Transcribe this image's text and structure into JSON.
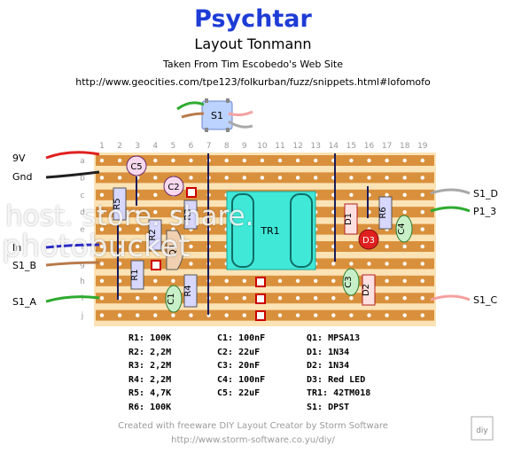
{
  "header": {
    "title": "Psychtar",
    "subtitle": "Layout Tonmann",
    "source": "Taken From Tim Escobedo's Web Site",
    "url": "http://www.geocities.com/tpe123/folkurban/fuzz/snippets.html#lofomofo"
  },
  "switch": {
    "label": "S1"
  },
  "board": {
    "columns": [
      "1",
      "2",
      "3",
      "4",
      "5",
      "6",
      "7",
      "8",
      "9",
      "10",
      "11",
      "12",
      "13",
      "14",
      "15",
      "16",
      "17",
      "18",
      "19"
    ],
    "rows": [
      "a",
      "b",
      "c",
      "d",
      "e",
      "f",
      "g",
      "h",
      "i",
      "j"
    ]
  },
  "wires": {
    "left": [
      "9V",
      "Gnd",
      "In",
      "S1_B",
      "S1_A"
    ],
    "right": [
      "S1_D",
      "P1_3",
      "S1_C"
    ]
  },
  "components": {
    "transformer": "TR1",
    "labels": [
      "C5",
      "C2",
      "R5",
      "R3",
      "R2",
      "Q1",
      "R1",
      "R4",
      "C1",
      "D1",
      "R6",
      "C4",
      "D3",
      "C3",
      "D2"
    ]
  },
  "bom": {
    "col1": [
      "R1: 100K",
      "R2: 2,2M",
      "R3: 2,2M",
      "R4: 2,2M",
      "R5: 4,7K",
      "R6: 100K"
    ],
    "col2": [
      "C1: 100nF",
      "C2: 22uF",
      "C3: 20nF",
      "C4: 100nF",
      "C5: 22uF"
    ],
    "col3": [
      "Q1: MPSA13",
      "D1: 1N34",
      "D2: 1N34",
      "D3: Red LED",
      "TR1: 42TM018",
      "S1: DPST"
    ]
  },
  "footer": {
    "credit": "Created with freeware DIY Layout Creator by Storm Software",
    "credit_url": "http://www.storm-software.co.yu/diy/"
  },
  "watermark": {
    "line1": "host. store. share.",
    "line2": "photobucket"
  },
  "colors": {
    "title": "#1e3cd6",
    "board": "#fbe3b6",
    "strip": "#d9903c",
    "transformer": "#40e8d8"
  }
}
